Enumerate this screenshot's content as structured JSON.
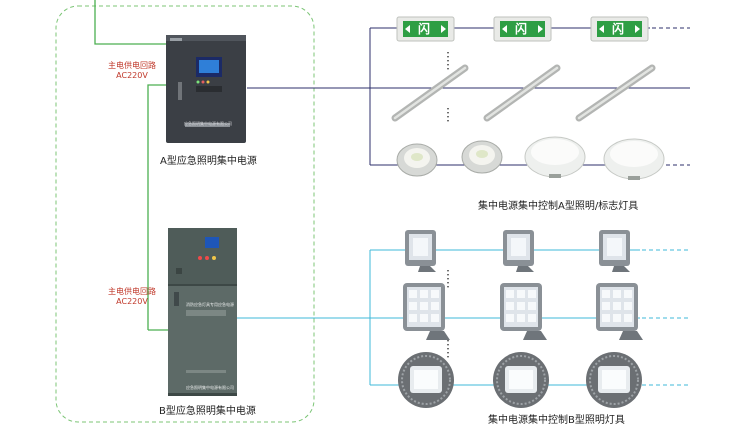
{
  "panel_a": {
    "feed_label": "主电供电回路",
    "voltage": "AC220V",
    "caption": "A型应急照明集中电源",
    "plate_text": "应急照明集中电源有限公司"
  },
  "panel_b": {
    "feed_label": "主电供电回路",
    "voltage": "AC220V",
    "caption": "B型应急照明集中电源",
    "plate_text": "应急照明集中电源有限公司",
    "cabinet_text": "消防应急灯具专用应急电源"
  },
  "group_a_caption": "集中电源集中控制A型照明/标志灯具",
  "group_b_caption": "集中电源集中控制B型照明灯具",
  "exit_sign_glyph": "闪",
  "colors": {
    "zone_border": "#7cc576",
    "feed_line": "#4caf50",
    "bus_a": "#2c2f6b",
    "bus_b": "#3fb8d8",
    "feed_text": "#c0392b",
    "sign_green": "#2e9e44",
    "panel_dark": "#3b3f45",
    "cabinet_gray": "#5d6a67"
  }
}
